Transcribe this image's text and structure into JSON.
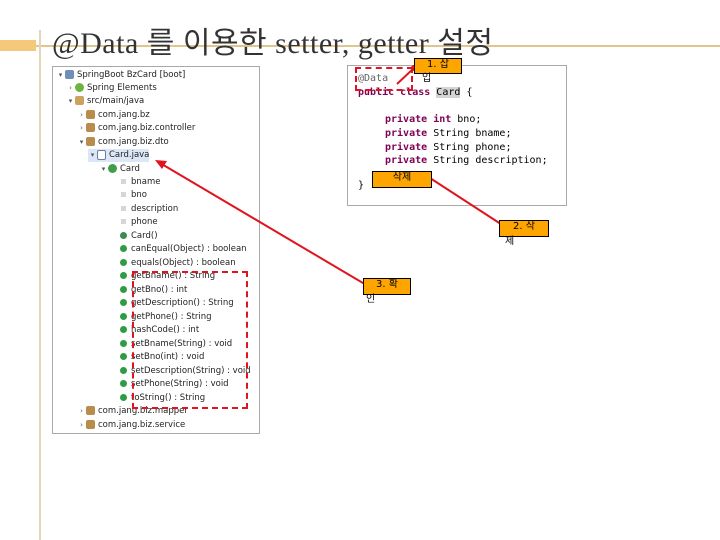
{
  "slide": {
    "title": "@Data 를 이용한 setter, getter 설정"
  },
  "explorer": {
    "project": "SpringBoot BzCard [boot]",
    "items": [
      {
        "label": "Spring Elements"
      },
      {
        "label": "src/main/java"
      },
      {
        "label": "com.jang.bz"
      },
      {
        "label": "com.jang.biz.controller"
      },
      {
        "label": "com.jang.biz.dto"
      },
      {
        "label": "Card.java"
      },
      {
        "label": "Card"
      },
      {
        "label": "bname"
      },
      {
        "label": "bno"
      },
      {
        "label": "description"
      },
      {
        "label": "phone"
      },
      {
        "label": "Card()"
      },
      {
        "label": "canEqual(Object) : boolean"
      },
      {
        "label": "equals(Object) : boolean"
      },
      {
        "label": "getBname() : String"
      },
      {
        "label": "getBno() : int"
      },
      {
        "label": "getDescription() : String"
      },
      {
        "label": "getPhone() : String"
      },
      {
        "label": "hashCode() : int"
      },
      {
        "label": "setBname(String) : void"
      },
      {
        "label": "setBno(int) : void"
      },
      {
        "label": "setDescription(String) : void"
      },
      {
        "label": "setPhone(String) : void"
      },
      {
        "label": "toString() : String"
      },
      {
        "label": "com.jang.biz.mapper"
      },
      {
        "label": "com.jang.biz.service"
      }
    ]
  },
  "code": {
    "annotation": "@Data",
    "kw_public": "public",
    "kw_class": "class",
    "class_name": "Card",
    "open_brace": "{",
    "close_brace": "}",
    "fields": [
      {
        "mod": "private",
        "type": "int",
        "name": "bno;"
      },
      {
        "mod": "private",
        "type": "String",
        "name": "bname;"
      },
      {
        "mod": "private",
        "type": "String",
        "name": "phone;"
      },
      {
        "mod": "private",
        "type": "String",
        "name": "description;"
      }
    ]
  },
  "callouts": {
    "c1_line1": "1. 삽",
    "c1_line2": "입",
    "delete": "삭제",
    "c2_line1": "2. 삭",
    "c2_line2": "제",
    "c3_line1": "3. 확",
    "c3_line2": "인"
  },
  "colors": {
    "accent_red": "#e0141f",
    "callout_orange": "#ffa500",
    "title_bar": "#f5c97a"
  }
}
